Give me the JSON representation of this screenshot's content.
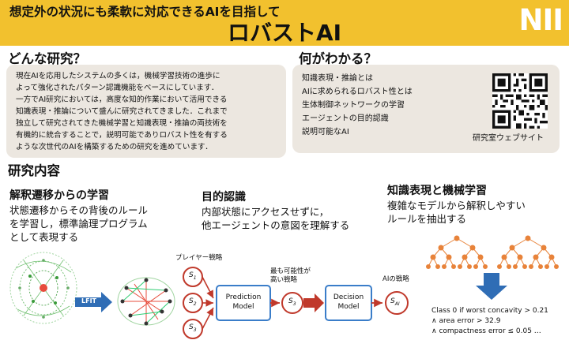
{
  "header": {
    "subtitle": "想定外の状況にも柔軟に対応できるAIを目指して",
    "title": "ロバストAI",
    "logo": "NII",
    "bg_color": "#f2c12e"
  },
  "what_research": {
    "heading": "どんな研究？",
    "lines": [
      "現在AIを応用したシステムの多くは，機械学習技術の進歩に",
      "よって強化されたパターン認識機能をベースにしています．",
      "一方でAI研究においては，高度な知的作業において活用できる",
      "知識表現・推論について盛んに研究されてきました．これまで",
      "独立して研究されてきた機械学習と知識表現・推論の両技術を",
      "有機的に統合することで，説明可能でありロバスト性を有する",
      "ような次世代のAIを構築するための研究を進めています．"
    ]
  },
  "what_find": {
    "heading": "何がわかる？",
    "lines": [
      "知識表現・推論とは",
      "AIに求められるロバスト性とは",
      "生体制御ネットワークの学習",
      "エージェントの目的認識",
      "説明可能なAI"
    ],
    "qr_label": "研究室ウェブサイト"
  },
  "research_content": {
    "heading": "研究内容",
    "columns": [
      {
        "title": "解釈遷移からの学習",
        "lines": [
          "状態遷移からその背後のルール",
          "を学習し，標準論理プログラム",
          "として表現する"
        ]
      },
      {
        "title": "目的認識",
        "lines": [
          "内部状態にアクセスせずに，",
          "他エージェントの意図を理解する"
        ]
      },
      {
        "title": "知識表現と機械学習",
        "lines": [
          "複雑なモデルから解釈しやすい",
          "ルールを抽出する"
        ]
      }
    ]
  },
  "diagram": {
    "lfit_label": "LFIT",
    "player_strategy": "プレイヤー戦略",
    "likely_strategy_line1": "最も可能性が",
    "likely_strategy_line2": "高い戦略",
    "ai_strategy": "AIの戦略",
    "prediction_model_line1": "Prediction",
    "prediction_model_line2": "Model",
    "decision_model_line1": "Decision",
    "decision_model_line2": "Model",
    "s1": "S",
    "s1_sub": "1",
    "s2": "S",
    "s2_sub": "2",
    "s3": "S",
    "s3_sub": "3",
    "s3b": "S",
    "s3b_sub": "3",
    "sai": "S",
    "sai_sub": "AI",
    "classification_rule": [
      "Class 0 if worst concavity > 0.21",
      "∧ area error > 32.9",
      "∧ compactness error ≤ 0.05 …"
    ],
    "colors": {
      "circle_stroke": "#c0392b",
      "model_box_stroke": "#3a7dc9",
      "arrow": "#c0392b",
      "lfit_arrow": "#2f6db5",
      "tree_node": "#e8833a",
      "down_arrow": "#2f6db5"
    }
  }
}
